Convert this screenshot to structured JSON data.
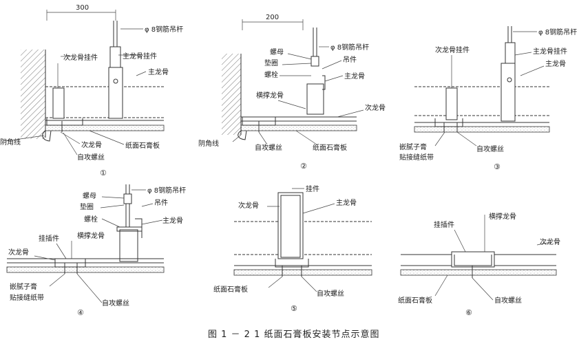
{
  "labels": {
    "dim_300": "300",
    "dim_200": "200",
    "rod": "φ 8钢筋吊杆",
    "hanger": "吊件",
    "nut": "螺母",
    "washer": "垫圈",
    "bolt": "螺栓",
    "main_joist": "主龙骨",
    "sec_joist": "次龙骨",
    "sec_hanger_clip": "次龙骨挂件",
    "main_hanger_clip": "主龙骨挂件",
    "cross_joist": "横撑龙骨",
    "corner_line": "阴角线",
    "corner_line_partial": "阴角线",
    "screw": "自攻螺丝",
    "board": "纸面石膏板",
    "putty_line1": "嵌腻子膏",
    "putty_line2": "贴接缝纸带",
    "insert_clip": "挂插件",
    "hook": "挂件"
  },
  "detail_numbers": [
    "①",
    "②",
    "③",
    "④",
    "⑤",
    "⑥"
  ],
  "caption": "图 1 － 2 1  纸面石膏板安装节点示意图"
}
